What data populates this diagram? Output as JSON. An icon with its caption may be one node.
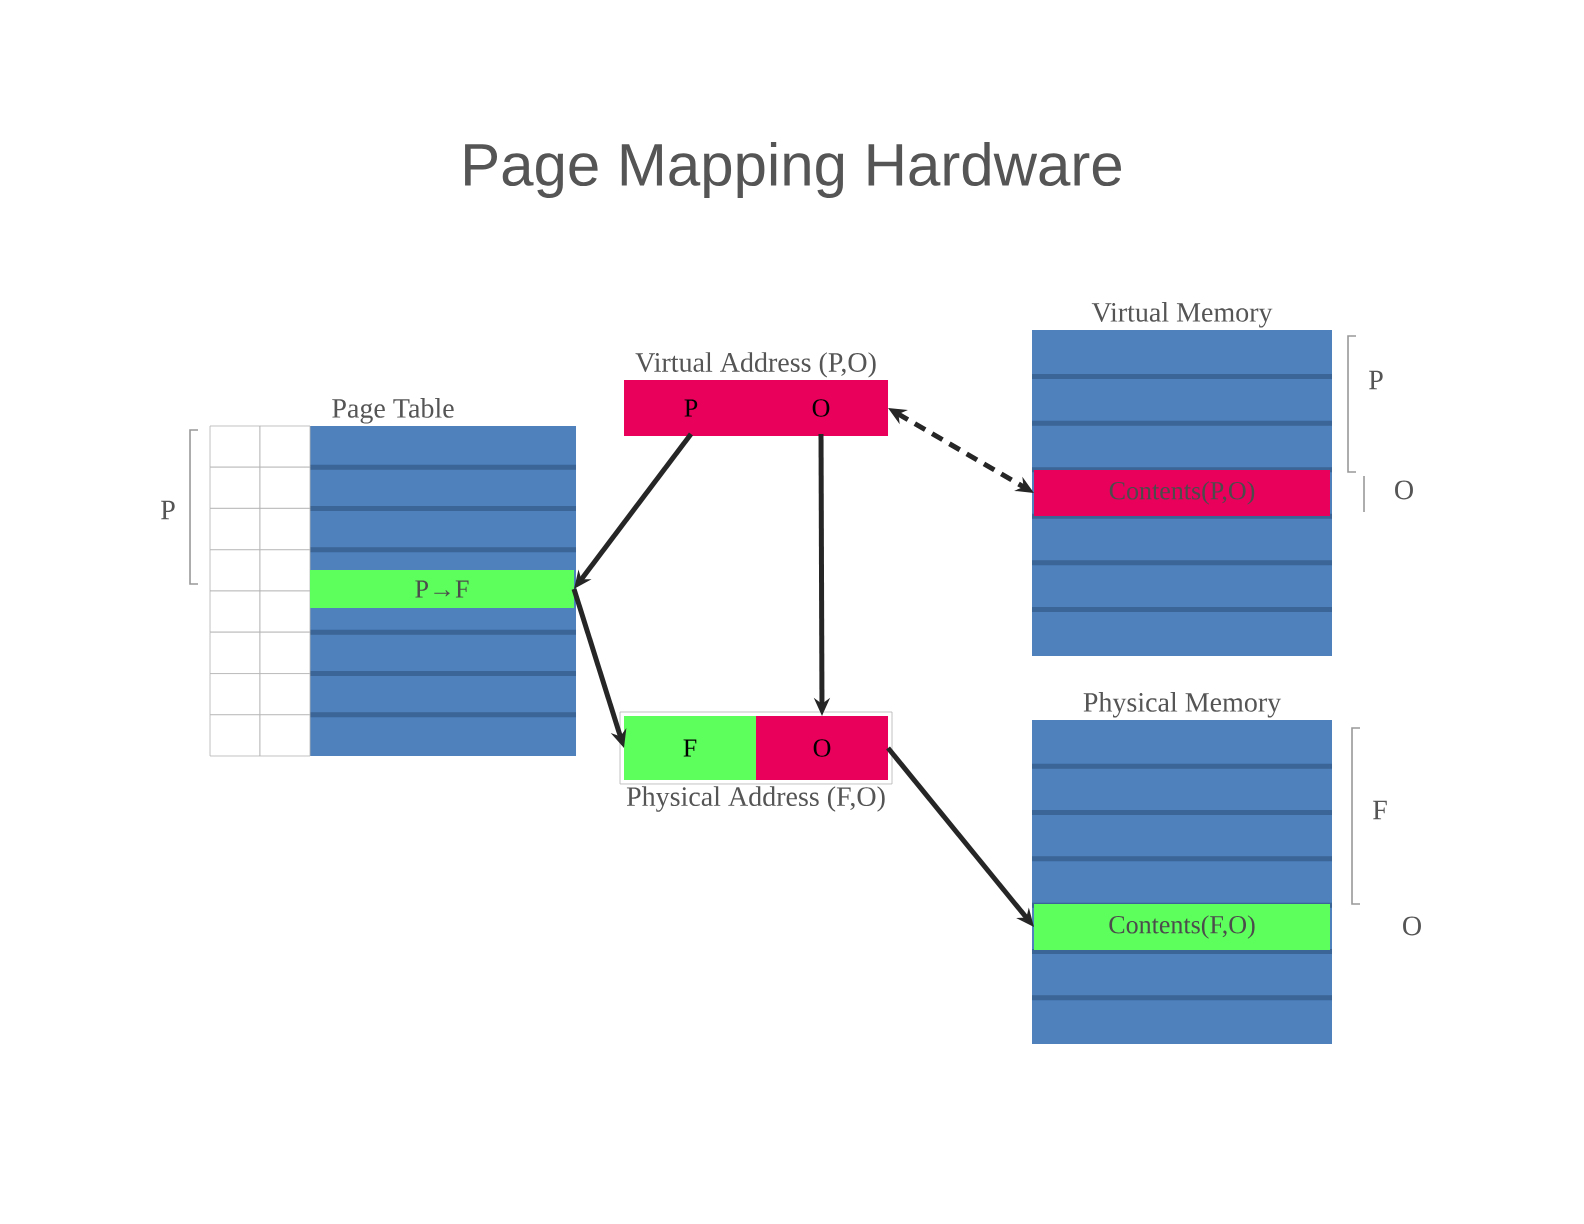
{
  "diagram": {
    "title": "Page Mapping Hardware",
    "nodes": [
      {
        "text": [
          "Virtual Address (P,O)"
        ]
      },
      {
        "text": [
          "P"
        ],
        "in": 0
      },
      {
        "text": [
          "O"
        ],
        "in": 0
      },
      {
        "text": [
          "Page Table"
        ]
      },
      {
        "text": [
          "P→F"
        ],
        "in": 3
      },
      {
        "text": [
          "Physical Address (F,O)"
        ]
      },
      {
        "text": [
          "F"
        ],
        "in": 5
      },
      {
        "text": [
          "O"
        ],
        "in": 5
      },
      {
        "text": [
          "Virtual Memory"
        ]
      },
      {
        "text": [
          "Contents(P,O)"
        ],
        "in": 8
      },
      {
        "text": [
          "Physical Memory"
        ]
      },
      {
        "text": [
          "Contents(F,O)"
        ],
        "in": 10
      }
    ],
    "edges": [
      {
        "from": 1,
        "to": 4,
        "arrow": "to"
      },
      {
        "from": 4,
        "to": 6,
        "arrow": "to"
      },
      {
        "from": 2,
        "to": 7,
        "arrow": "to"
      },
      {
        "from": 0,
        "to": 9,
        "arrow": "both",
        "style": "dashed"
      },
      {
        "from": 7,
        "to": 11,
        "arrow": "to"
      }
    ],
    "labels": [
      "P",
      "P",
      "O",
      "F",
      "O"
    ]
  }
}
